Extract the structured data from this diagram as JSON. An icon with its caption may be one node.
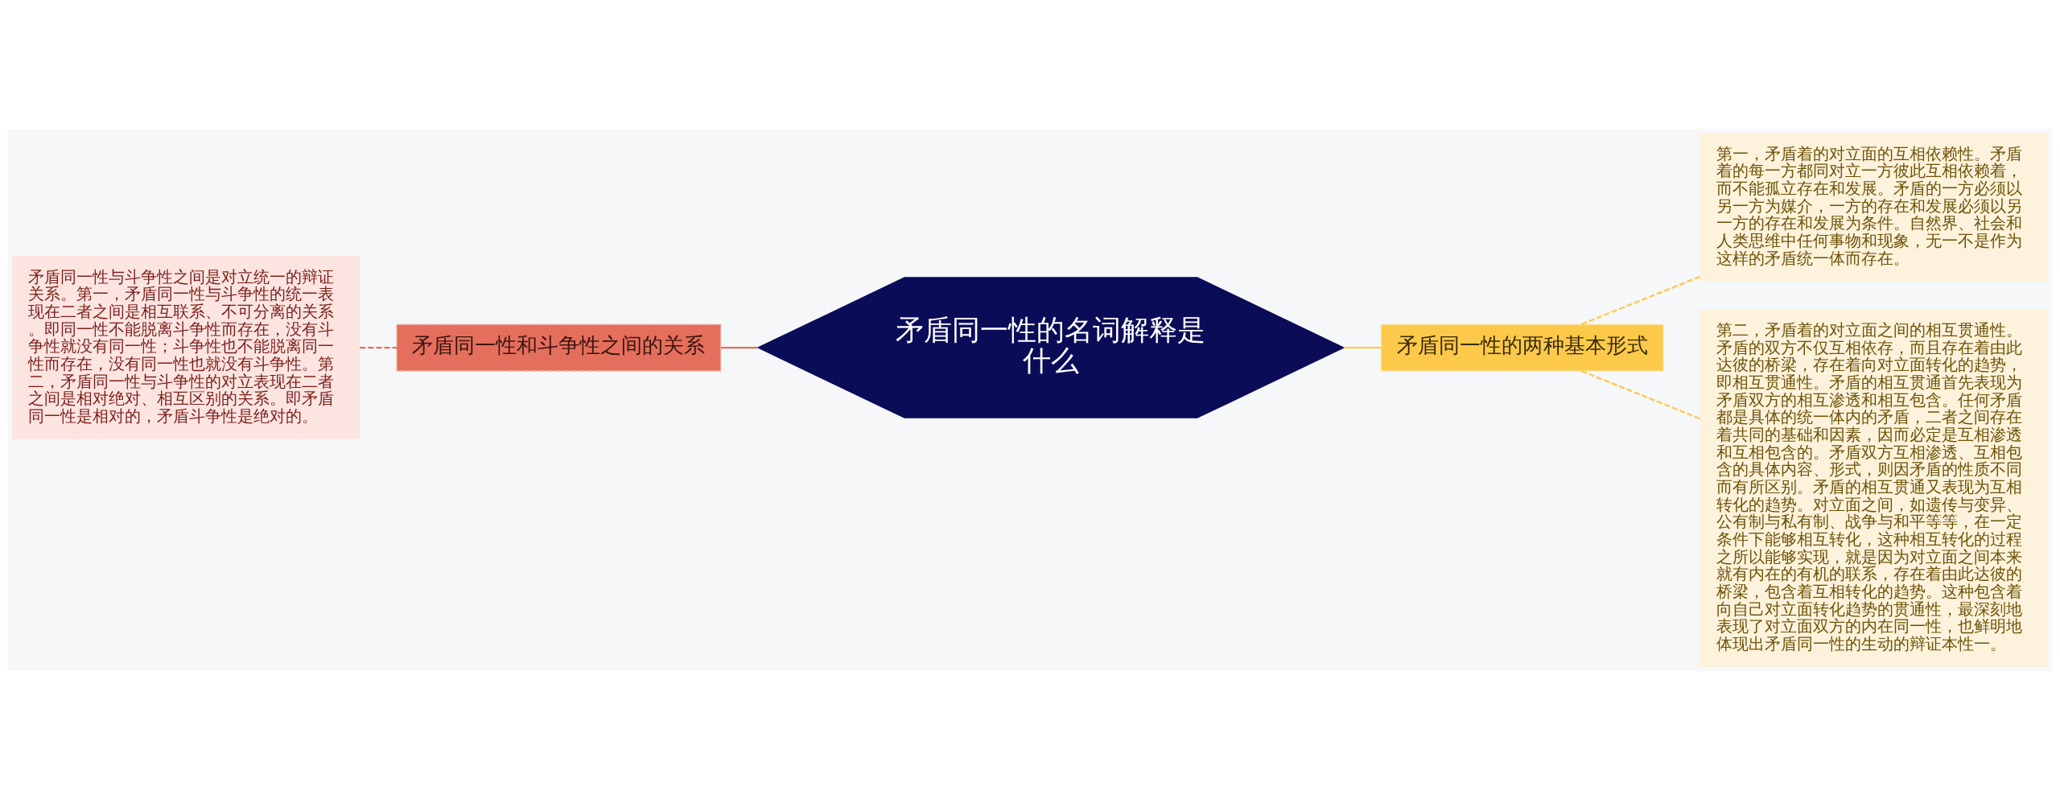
{
  "diagram": {
    "nodes": [
      {
        "text": [
          "矛盾同一性与斗争性之间是对立统一的辩证关系。第一，矛盾同一性与斗争性的统一表现在二者之间是相互联系、不可分离的关系。即同一性不能脱离斗争性而存在，没有斗争性就没有同一性；斗争性也不能脱离同一性而存在，没有同一性也就没有斗争性。第二，矛盾同一性与斗争性的对立表现在二者之间是相对绝对、相互区别的关系。即矛盾同一性是相对的，矛盾斗争性是绝对的。"
        ]
      },
      {
        "text": [
          "矛盾同一性和斗争性之间的关系"
        ]
      },
      {
        "text": [
          "矛盾同一性的名词解释是什么"
        ]
      },
      {
        "text": [
          "矛盾同一性的两种基本形式"
        ]
      },
      {
        "text": [
          "第一，矛盾着的对立面的互相依赖性。矛盾着的每一方都同对立一方彼此互相依赖着，而不能孤立存在和发展。矛盾的一方必须以另一方为媒介，一方的存在和发展必须以另一方的存在和发展为条件。自然界、社会和人类思维中任何事物和现象，无一不是作为这样的矛盾统一体而存在。"
        ]
      },
      {
        "text": [
          "第二，矛盾着的对立面之间的相互贯通性。矛盾的双方不仅互相依存，而且存在着由此达彼的桥梁，存在着向对立面转化的趋势，即相互贯通性。矛盾的相互贯通首先表现为矛盾双方的相互渗透和相互包含。任何矛盾都是具体的统一体内的矛盾，二者之间存在着共同的基础和因素，因而必定是互相渗透和互相包含的。矛盾双方互相渗透、互相包含的具体内容、形式，则因矛盾的性质不同而有所区别。矛盾的相互贯通又表现为互相转化的趋势。对立面之间，如遗传与变异、公有制与私有制、战争与和平等等，在一定条件下能够相互转化，这种相互转化的过程之所以能够实现，就是因为对立面之间本来就有内在的有机的联系，存在着由此达彼的桥梁，包含着互相转化的趋势。这种包含着向自己对立面转化趋势的贯通性，最深刻地表现了对立面双方的内在同一性，也鲜明地体现出矛盾同一性的生动的辩证本性一。"
        ]
      }
    ],
    "edges": [
      {
        "from": 0,
        "to": 1,
        "arrow": "none",
        "style": "dashed",
        "color": "#e46f5c"
      },
      {
        "from": 1,
        "to": 2,
        "arrow": "none",
        "color": "#e46f5c"
      },
      {
        "from": 2,
        "to": 3,
        "arrow": "none"
      },
      {
        "from": 3,
        "to": 4,
        "arrow": "none",
        "style": "dashed"
      },
      {
        "from": 3,
        "to": 5,
        "arrow": "none",
        "style": "dashed"
      }
    ]
  }
}
